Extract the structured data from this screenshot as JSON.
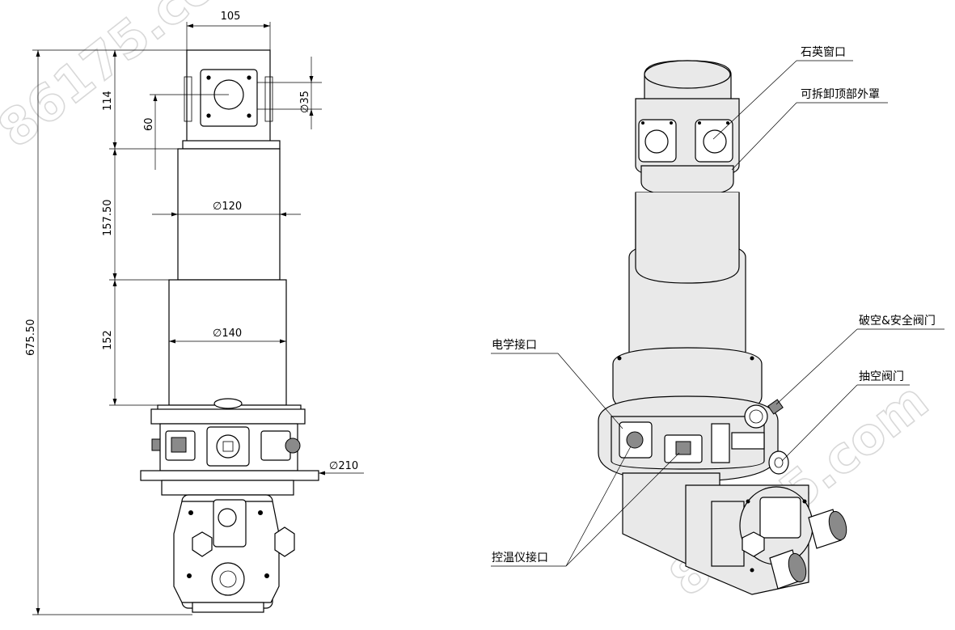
{
  "watermark": "86175.com",
  "dimensions": {
    "top_width": "105",
    "diameter_35": "∅35",
    "height_114": "114",
    "height_60": "60",
    "diameter_120": "∅120",
    "height_157": "157.50",
    "diameter_140": "∅140",
    "height_152": "152",
    "diameter_210": "∅210",
    "total_height": "675.50"
  },
  "callouts": {
    "quartz_window": "石英窗口",
    "removable_cover": "可拆卸顶部外罩",
    "vent_safety_valve": "破空&安全阀门",
    "pump_valve": "抽空阀门",
    "electrical_port": "电学接口",
    "temp_controller_port": "控温仪接口"
  }
}
